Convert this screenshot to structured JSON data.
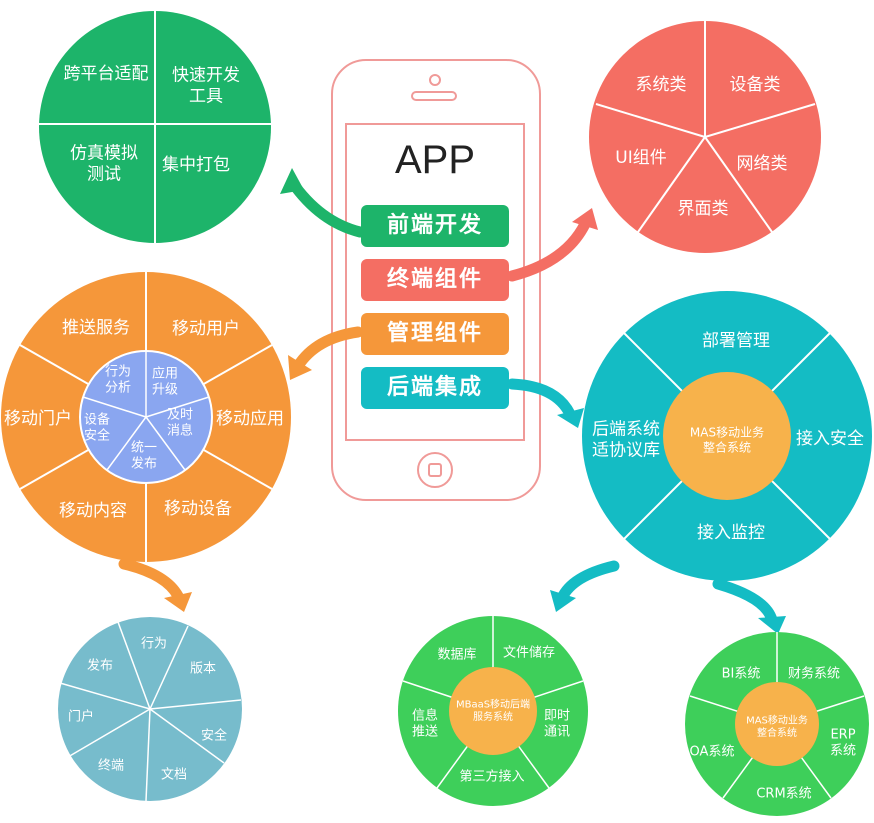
{
  "phone": {
    "title": "APP",
    "buttons": [
      {
        "label": "前端开发",
        "color": "#1db46a"
      },
      {
        "label": "终端组件",
        "color": "#f46e63"
      },
      {
        "label": "管理组件",
        "color": "#f5973a"
      },
      {
        "label": "后端集成",
        "color": "#14bcc4"
      }
    ]
  },
  "frontend_circle": {
    "color": "#1db46a",
    "items": [
      "跨平台适配",
      "快速开发\n工具",
      "仿真模拟\n测试",
      "集中打包"
    ]
  },
  "terminal_circle": {
    "color": "#f46e63",
    "items": [
      "系统类",
      "设备类",
      "UI组件",
      "网络类",
      "界面类"
    ]
  },
  "management_circle": {
    "color": "#f5973a",
    "inner_color": "#8aa6f0",
    "outer_items": [
      "推送服务",
      "移动用户",
      "移动门户",
      "移动应用",
      "移动内容",
      "移动设备"
    ],
    "inner_items": [
      "行为\n分析",
      "应用\n升级",
      "设备\n安全",
      "及时\n消息",
      "统一\n发布"
    ]
  },
  "backend_circle": {
    "color": "#14bcc4",
    "center_color": "#f7b24b",
    "items": [
      "部署管理",
      "后端系统\n适协议库",
      "接入安全",
      "接入监控"
    ],
    "center_text": "MAS移动业务\n整合系统"
  },
  "portal_circle": {
    "color": "#77bccc",
    "items": [
      "行为",
      "发布",
      "版本",
      "门户",
      "安全",
      "终端",
      "文档"
    ]
  },
  "mbaas_circle": {
    "color": "#3ecf5a",
    "center_color": "#f7b24b",
    "items": [
      "数据库",
      "文件储存",
      "信息\n推送",
      "即时\n通讯",
      "第三方接入"
    ],
    "center_text": "MBaaS移动后端\n服务系统"
  },
  "mas_circle": {
    "color": "#3ecf5a",
    "center_color": "#f7b24b",
    "items": [
      "BI系统",
      "财务系统",
      "OA系统",
      "ERP\n系统",
      "CRM系统"
    ],
    "center_text": "MAS移动业务\n整合系统"
  },
  "arrow_colors": {
    "green": "#1db46a",
    "red": "#f46e63",
    "orange": "#f5973a",
    "teal": "#14bcc4"
  }
}
